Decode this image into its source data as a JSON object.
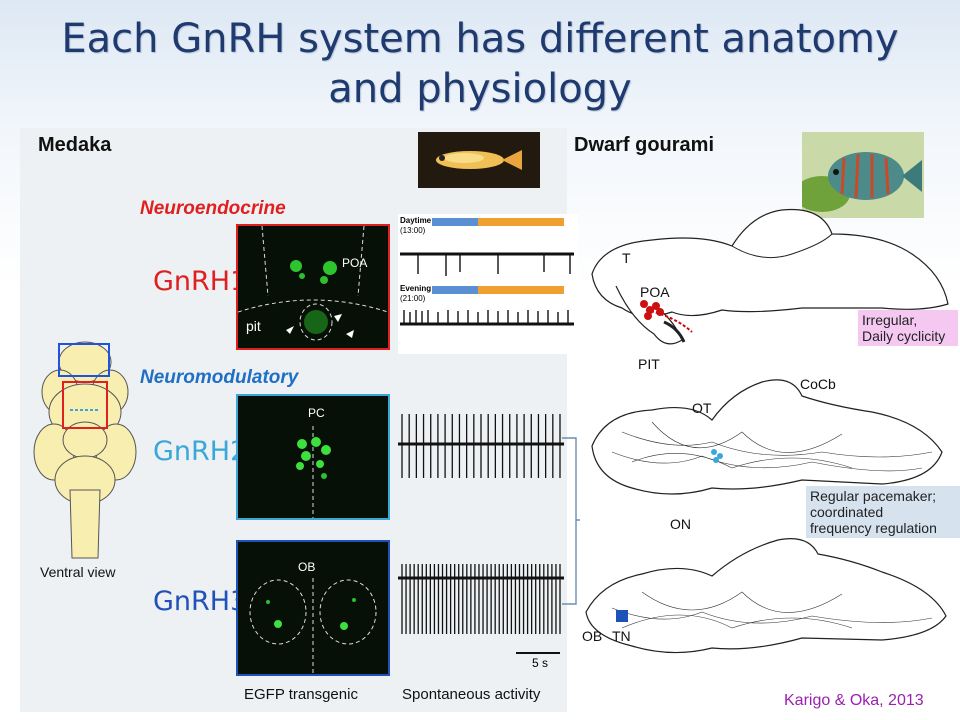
{
  "title": {
    "line1": "Each GnRH system has different anatomy",
    "line2": "and physiology"
  },
  "medaka": {
    "heading": "Medaka",
    "neuroendocrine": "Neuroendocrine",
    "neuromodulatory": "Neuromodulatory",
    "gnrh1": "GnRH1",
    "gnrh2": "GnRH2",
    "gnrh3": "GnRH3",
    "ventral_view": "Ventral view",
    "egfp": "EGFP transgenic",
    "spontaneous": "Spontaneous activity",
    "micro1": {
      "poa": "POA",
      "pit": "pit"
    },
    "micro2": {
      "pc": "PC"
    },
    "micro3": {
      "ob": "OB"
    },
    "daytime": "Daytime",
    "daytime_time": "(13:00)",
    "evening": "Evening",
    "evening_time": "(21:00)",
    "scale": "5 s"
  },
  "gourami": {
    "heading": "Dwarf gourami",
    "labels": {
      "t": "T",
      "poa": "POA",
      "pit": "PIT",
      "ot": "OT",
      "cocb": "CoCb",
      "on": "ON",
      "ob": "OB",
      "tn": "TN"
    },
    "note1": [
      "Irregular,",
      "Daily cyclicity"
    ],
    "note2": [
      "Regular pacemaker;",
      "coordinated",
      "frequency regulation"
    ]
  },
  "citation": "Karigo & Oka, 2013",
  "colors": {
    "title": "#1f3a6e",
    "gnrh1": "#e02020",
    "gnrh_neuromod": "#3aa7d8",
    "gnrh3": "#1f52b8",
    "neuroendocrine": "#e02020",
    "neuromodulatory": "#1f6fc4",
    "note1_bg": "#f5c8f2",
    "note2_bg": "#d6e2ee",
    "citation": "#9b1fb0"
  }
}
